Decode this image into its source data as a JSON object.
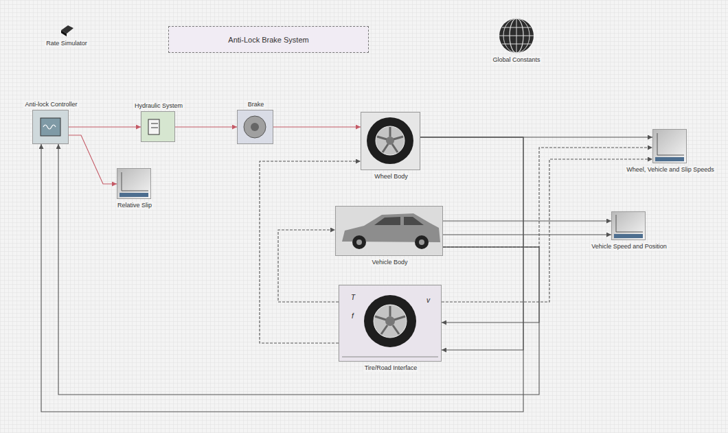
{
  "diagram": {
    "title": "Anti-Lock Brake System",
    "nodes": [
      {
        "text": [
          "Rate Simulator"
        ]
      },
      {
        "text": [
          "Global Constants"
        ]
      },
      {
        "text": [
          "Anti-lock Controller"
        ]
      },
      {
        "text": [
          "Hydraulic System"
        ]
      },
      {
        "text": [
          "Brake"
        ]
      },
      {
        "text": [
          "Wheel Body"
        ]
      },
      {
        "text": [
          "Wheel, Vehicle and Slip Speeds"
        ]
      },
      {
        "text": [
          "Relative Slip"
        ]
      },
      {
        "text": [
          "Vehicle Body"
        ]
      },
      {
        "text": [
          "Vehicle Speed and Position"
        ]
      },
      {
        "text": [
          "Tire/Road Interface"
        ]
      }
    ],
    "edges": [
      {
        "from": 2,
        "to": 3,
        "arrow": "to"
      },
      {
        "from": 3,
        "to": 4,
        "arrow": "to"
      },
      {
        "from": 4,
        "to": 5,
        "arrow": "to"
      },
      {
        "from": 2,
        "to": 7,
        "arrow": "to"
      },
      {
        "from": 5,
        "to": 6,
        "arrow": "to"
      },
      {
        "from": 5,
        "to": 10,
        "arrow": "to"
      },
      {
        "from": 5,
        "to": 2,
        "arrow": "to"
      },
      {
        "from": 8,
        "to": 9,
        "arrow": "to"
      },
      {
        "from": 8,
        "to": 9,
        "arrow": "to"
      },
      {
        "from": 8,
        "to": 6,
        "arrow": "to"
      },
      {
        "from": 8,
        "to": 10,
        "arrow": "to"
      },
      {
        "from": 8,
        "to": 2,
        "arrow": "to"
      },
      {
        "from": 10,
        "to": 5,
        "arrow": "to"
      },
      {
        "from": 10,
        "to": 8,
        "arrow": "to"
      },
      {
        "from": 10,
        "to": 6,
        "arrow": "to"
      }
    ],
    "labels": [
      "T",
      "f",
      "v"
    ]
  }
}
